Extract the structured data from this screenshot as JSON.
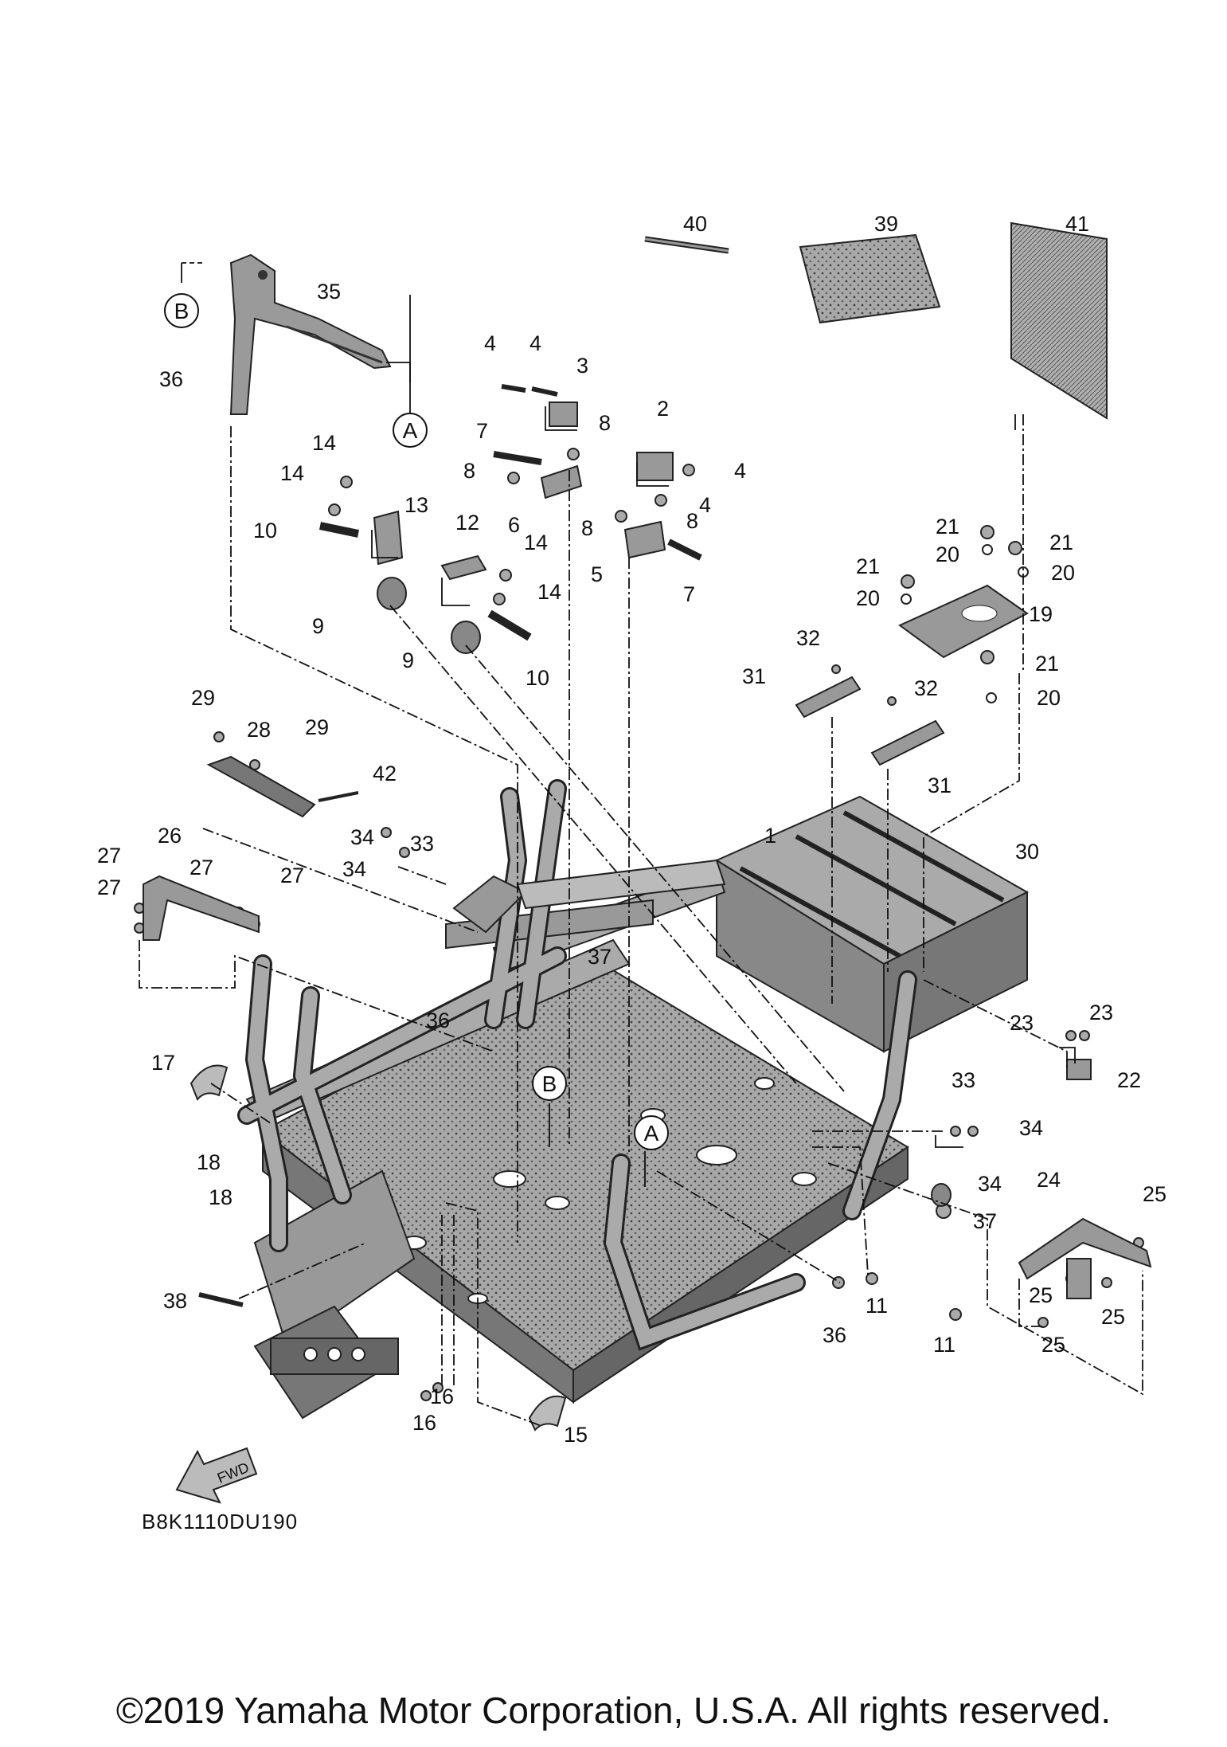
{
  "diagram": {
    "callouts": [
      {
        "id": "c40",
        "text": "40"
      },
      {
        "id": "c39",
        "text": "39"
      },
      {
        "id": "c41",
        "text": "41"
      },
      {
        "id": "c35",
        "text": "35"
      },
      {
        "id": "c36a",
        "text": "36"
      },
      {
        "id": "c4a",
        "text": "4"
      },
      {
        "id": "c4b",
        "text": "4"
      },
      {
        "id": "c3",
        "text": "3"
      },
      {
        "id": "c8a",
        "text": "8"
      },
      {
        "id": "c7a",
        "text": "7"
      },
      {
        "id": "c8b",
        "text": "8"
      },
      {
        "id": "c6",
        "text": "6"
      },
      {
        "id": "c2",
        "text": "2"
      },
      {
        "id": "c4c",
        "text": "4"
      },
      {
        "id": "c4d",
        "text": "4"
      },
      {
        "id": "c8c",
        "text": "8"
      },
      {
        "id": "c8d",
        "text": "8"
      },
      {
        "id": "c5",
        "text": "5"
      },
      {
        "id": "c7b",
        "text": "7"
      },
      {
        "id": "c14a",
        "text": "14"
      },
      {
        "id": "c14b",
        "text": "14"
      },
      {
        "id": "c10a",
        "text": "10"
      },
      {
        "id": "c13",
        "text": "13"
      },
      {
        "id": "c9a",
        "text": "9"
      },
      {
        "id": "c12",
        "text": "12"
      },
      {
        "id": "c14c",
        "text": "14"
      },
      {
        "id": "c14d",
        "text": "14"
      },
      {
        "id": "c9b",
        "text": "9"
      },
      {
        "id": "c10b",
        "text": "10"
      },
      {
        "id": "c21a",
        "text": "21"
      },
      {
        "id": "c21b",
        "text": "21"
      },
      {
        "id": "c21c",
        "text": "21"
      },
      {
        "id": "c20a",
        "text": "20"
      },
      {
        "id": "c20b",
        "text": "20"
      },
      {
        "id": "c20c",
        "text": "20"
      },
      {
        "id": "c19",
        "text": "19"
      },
      {
        "id": "c21d",
        "text": "21"
      },
      {
        "id": "c20d",
        "text": "20"
      },
      {
        "id": "c32a",
        "text": "32"
      },
      {
        "id": "c31a",
        "text": "31"
      },
      {
        "id": "c32b",
        "text": "32"
      },
      {
        "id": "c31b",
        "text": "31"
      },
      {
        "id": "c29a",
        "text": "29"
      },
      {
        "id": "c28",
        "text": "28"
      },
      {
        "id": "c29b",
        "text": "29"
      },
      {
        "id": "c42",
        "text": "42"
      },
      {
        "id": "c26",
        "text": "26"
      },
      {
        "id": "c27a",
        "text": "27"
      },
      {
        "id": "c27b",
        "text": "27"
      },
      {
        "id": "c27c",
        "text": "27"
      },
      {
        "id": "c27d",
        "text": "27"
      },
      {
        "id": "c34a",
        "text": "34"
      },
      {
        "id": "c33a",
        "text": "33"
      },
      {
        "id": "c34b",
        "text": "34"
      },
      {
        "id": "c1",
        "text": "1"
      },
      {
        "id": "c30",
        "text": "30"
      },
      {
        "id": "c37a",
        "text": "37"
      },
      {
        "id": "c36b",
        "text": "36"
      },
      {
        "id": "c17",
        "text": "17"
      },
      {
        "id": "c18a",
        "text": "18"
      },
      {
        "id": "c18b",
        "text": "18"
      },
      {
        "id": "c23a",
        "text": "23"
      },
      {
        "id": "c23b",
        "text": "23"
      },
      {
        "id": "c22",
        "text": "22"
      },
      {
        "id": "c33b",
        "text": "33"
      },
      {
        "id": "c34c",
        "text": "34"
      },
      {
        "id": "c34d",
        "text": "34"
      },
      {
        "id": "c37b",
        "text": "37"
      },
      {
        "id": "c24",
        "text": "24"
      },
      {
        "id": "c25a",
        "text": "25"
      },
      {
        "id": "c25b",
        "text": "25"
      },
      {
        "id": "c25c",
        "text": "25"
      },
      {
        "id": "c25d",
        "text": "25"
      },
      {
        "id": "c38",
        "text": "38"
      },
      {
        "id": "c11a",
        "text": "11"
      },
      {
        "id": "c11b",
        "text": "11"
      },
      {
        "id": "c36c",
        "text": "36"
      },
      {
        "id": "c16a",
        "text": "16"
      },
      {
        "id": "c16b",
        "text": "16"
      },
      {
        "id": "c15",
        "text": "15"
      }
    ],
    "reference_markers": [
      {
        "id": "mB1",
        "letter": "B"
      },
      {
        "id": "mA1",
        "letter": "A"
      },
      {
        "id": "mB2",
        "letter": "B"
      },
      {
        "id": "mA2",
        "letter": "A"
      }
    ],
    "fwd_arrow_label": "FWD",
    "diagram_code": "B8K1110DU190"
  },
  "footer": {
    "copyright": "©2019 Yamaha Motor Corporation, U.S.A. All rights reserved."
  },
  "colors": {
    "line": "#1a1a1a",
    "part_fill": "#9a9a9a",
    "part_dark": "#555555",
    "background": "#ffffff"
  }
}
